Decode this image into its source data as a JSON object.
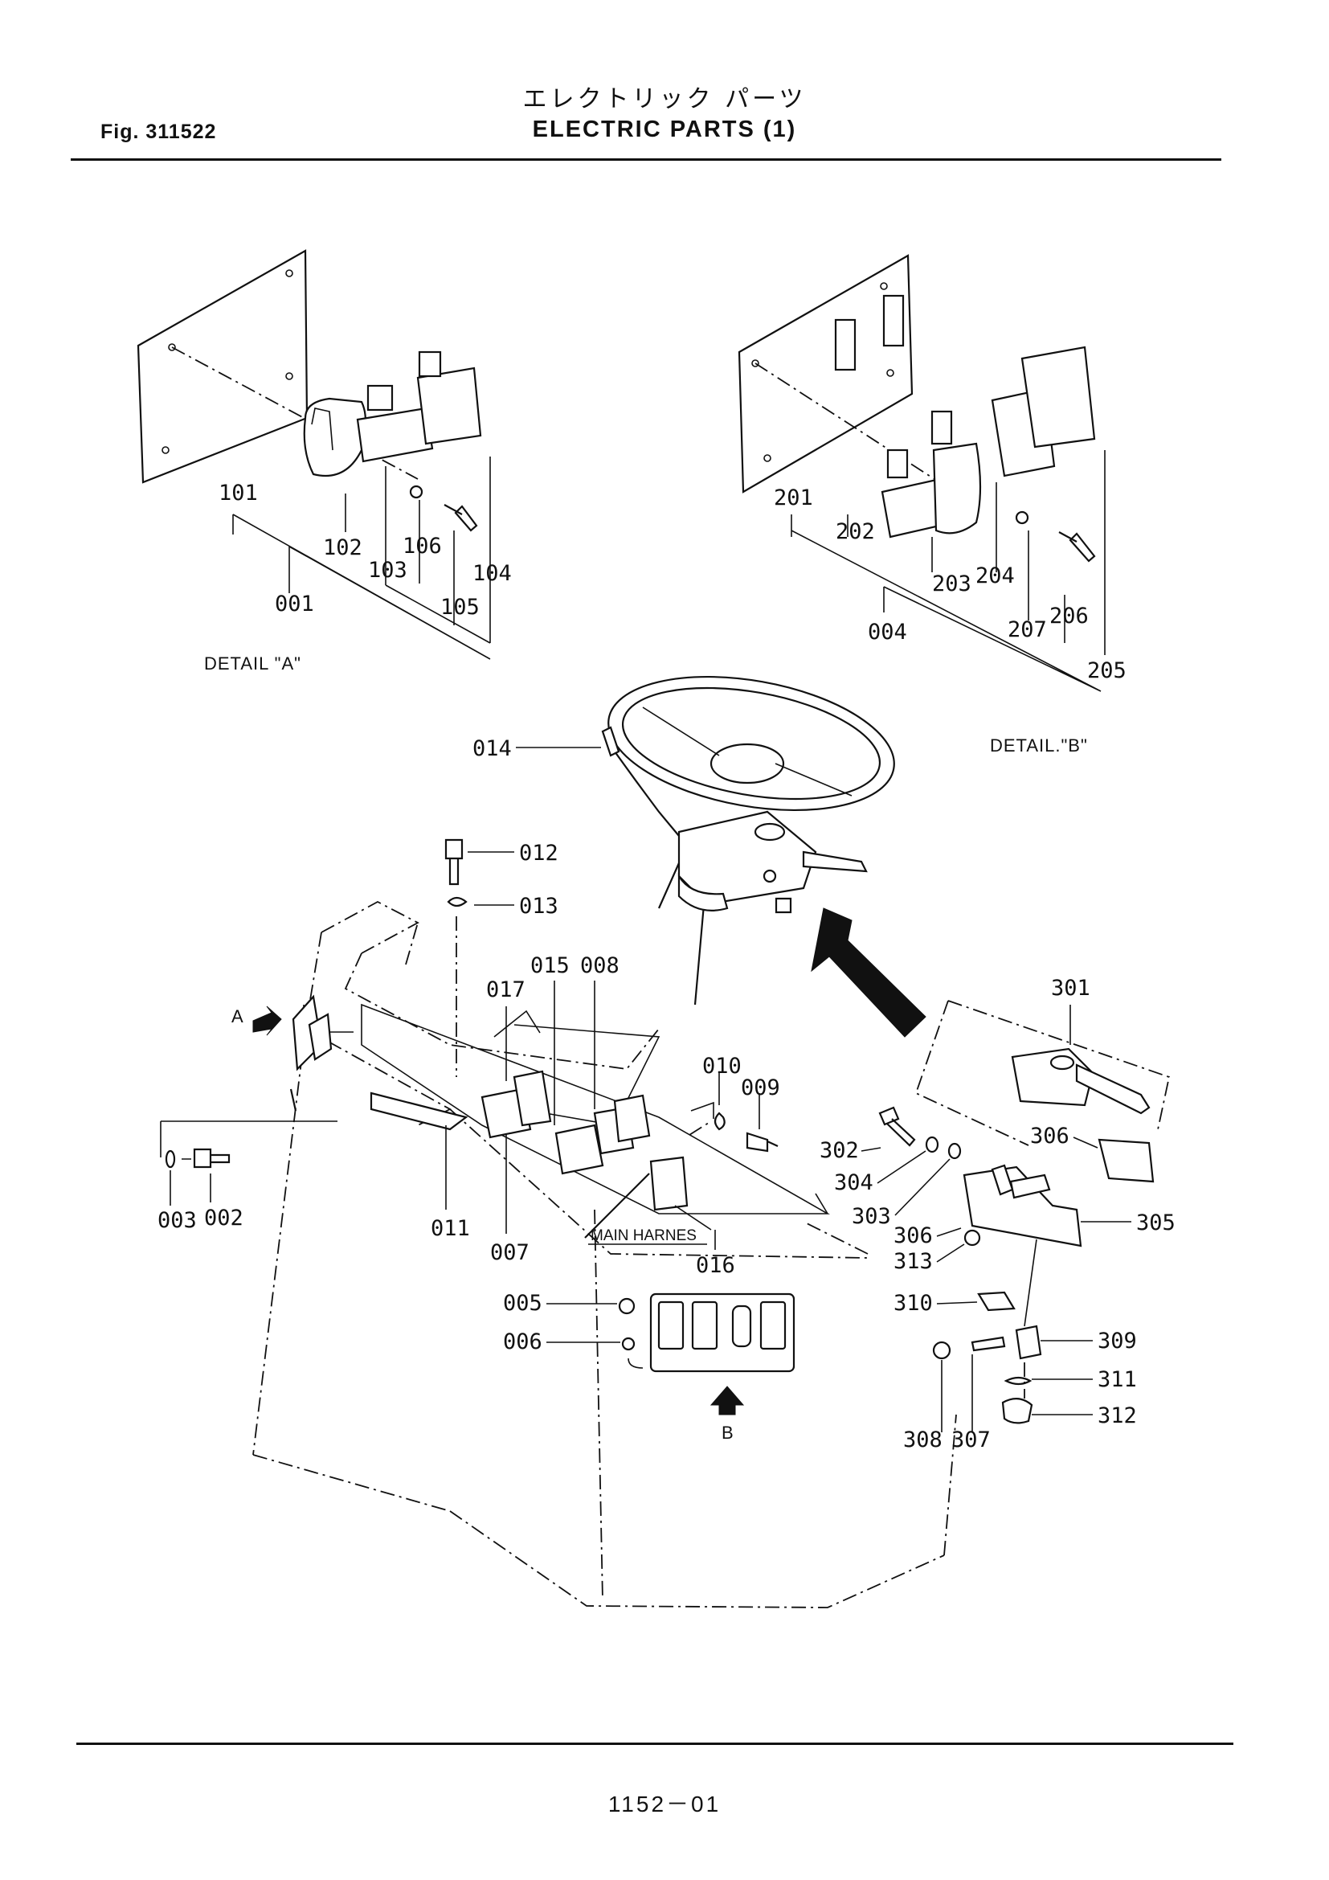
{
  "header": {
    "figure_label": "Fig. 311522",
    "title_jp": "エレクトリック パーツ",
    "title": "ELECTRIC PARTS (1)"
  },
  "details": {
    "a": "DETAIL \"A\"",
    "b": "DETAIL.\"B\""
  },
  "annotations": {
    "arrow_a": "A",
    "arrow_b": "B",
    "main_harness": "MAIN HARNES"
  },
  "callouts": {
    "p001": "001",
    "p002": "002",
    "p003": "003",
    "p004": "004",
    "p005": "005",
    "p006": "006",
    "p007": "007",
    "p008": "008",
    "p009": "009",
    "p010": "010",
    "p011": "011",
    "p012": "012",
    "p013": "013",
    "p014": "014",
    "p015": "015",
    "p016": "016",
    "p017": "017",
    "p101": "101",
    "p102": "102",
    "p103": "103",
    "p104": "104",
    "p105": "105",
    "p106": "106",
    "p201": "201",
    "p202": "202",
    "p203": "203",
    "p204": "204",
    "p205": "205",
    "p206": "206",
    "p207": "207",
    "p301": "301",
    "p302": "302",
    "p303": "303",
    "p304": "304",
    "p305": "305",
    "p306a": "306",
    "p306b": "306",
    "p307": "307",
    "p308": "308",
    "p309": "309",
    "p310": "310",
    "p311": "311",
    "p312": "312",
    "p313": "313"
  },
  "footer": {
    "page_number": "1152－01"
  }
}
